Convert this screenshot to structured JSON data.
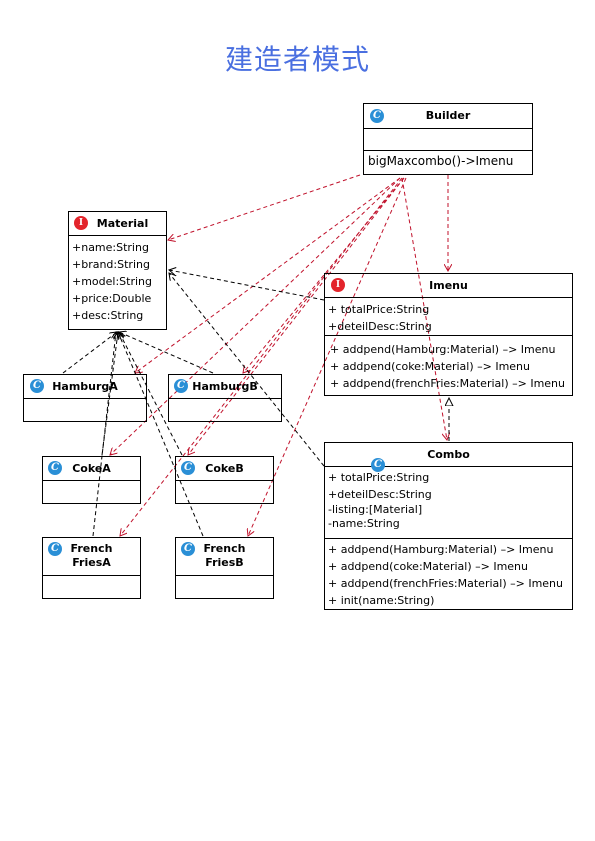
{
  "title": "建造者模式",
  "colors": {
    "title": "#4a6fe0",
    "dependency_arrow": "#c0112b",
    "inheritance_arrow": "#000000",
    "class_badge": "#2a8fd6",
    "interface_badge": "#e3242b"
  },
  "nodes": {
    "builder": {
      "name": "Builder",
      "kind": "class",
      "icon": "class-icon",
      "attributes": [],
      "methods": [
        "bigMaxcombo()->Imenu"
      ]
    },
    "material": {
      "name": "Material",
      "kind": "interface",
      "icon": "interface-icon",
      "attributes": [
        "+name:String",
        "+brand:String",
        "+model:String",
        "+price:Double",
        "+desc:String"
      ],
      "methods": []
    },
    "imenu": {
      "name": "Imenu",
      "kind": "interface",
      "icon": "interface-icon",
      "attributes": [
        "+ totalPrice:String",
        "+deteilDesc:String"
      ],
      "methods": [
        "+ addpend(Hamburg:Material) –> Imenu",
        " + addpend(coke:Material) –> Imenu",
        " + addpend(frenchFries:Material) –> Imenu"
      ]
    },
    "combo": {
      "name": "Combo",
      "kind": "class",
      "icon": "class-icon",
      "attributes": [
        "+ totalPrice:String",
        "+deteilDesc:String",
        "-listing:[Material]",
        "-name:String"
      ],
      "methods": [
        "+ addpend(Hamburg:Material) –> Imenu",
        " + addpend(coke:Material) –> Imenu",
        " + addpend(frenchFries:Material) –> Imenu",
        "+ init(name:String)"
      ]
    },
    "hamburgA": {
      "name": "HamburgA",
      "kind": "class",
      "icon": "class-icon"
    },
    "hamburgB": {
      "name": "HamburgB",
      "kind": "class",
      "icon": "class-icon"
    },
    "cokeA": {
      "name": "CokeA",
      "kind": "class",
      "icon": "class-icon"
    },
    "cokeB": {
      "name": "CokeB",
      "kind": "class",
      "icon": "class-icon"
    },
    "frenchFriesA": {
      "name_line1": "French",
      "name_line2": "FriesA",
      "kind": "class",
      "icon": "class-icon"
    },
    "frenchFriesB": {
      "name_line1": "French",
      "name_line2": "FriesB",
      "kind": "class",
      "icon": "class-icon"
    }
  },
  "edges": [
    {
      "from": "builder",
      "to": "material",
      "style": "dependency"
    },
    {
      "from": "builder",
      "to": "imenu",
      "style": "dependency"
    },
    {
      "from": "builder",
      "to": "combo",
      "style": "dependency"
    },
    {
      "from": "builder",
      "to": "hamburgA",
      "style": "dependency"
    },
    {
      "from": "builder",
      "to": "hamburgB",
      "style": "dependency"
    },
    {
      "from": "builder",
      "to": "cokeA",
      "style": "dependency"
    },
    {
      "from": "builder",
      "to": "cokeB",
      "style": "dependency"
    },
    {
      "from": "builder",
      "to": "frenchFriesA",
      "style": "dependency"
    },
    {
      "from": "builder",
      "to": "frenchFriesB",
      "style": "dependency"
    },
    {
      "from": "combo",
      "to": "imenu",
      "style": "realization"
    },
    {
      "from": "imenu",
      "to": "material",
      "style": "association"
    },
    {
      "from": "combo",
      "to": "material",
      "style": "association"
    },
    {
      "from": "hamburgA",
      "to": "material",
      "style": "realization"
    },
    {
      "from": "hamburgB",
      "to": "material",
      "style": "realization"
    },
    {
      "from": "cokeA",
      "to": "material",
      "style": "realization"
    },
    {
      "from": "cokeB",
      "to": "material",
      "style": "realization"
    },
    {
      "from": "frenchFriesA",
      "to": "material",
      "style": "realization"
    },
    {
      "from": "frenchFriesB",
      "to": "material",
      "style": "realization"
    }
  ]
}
